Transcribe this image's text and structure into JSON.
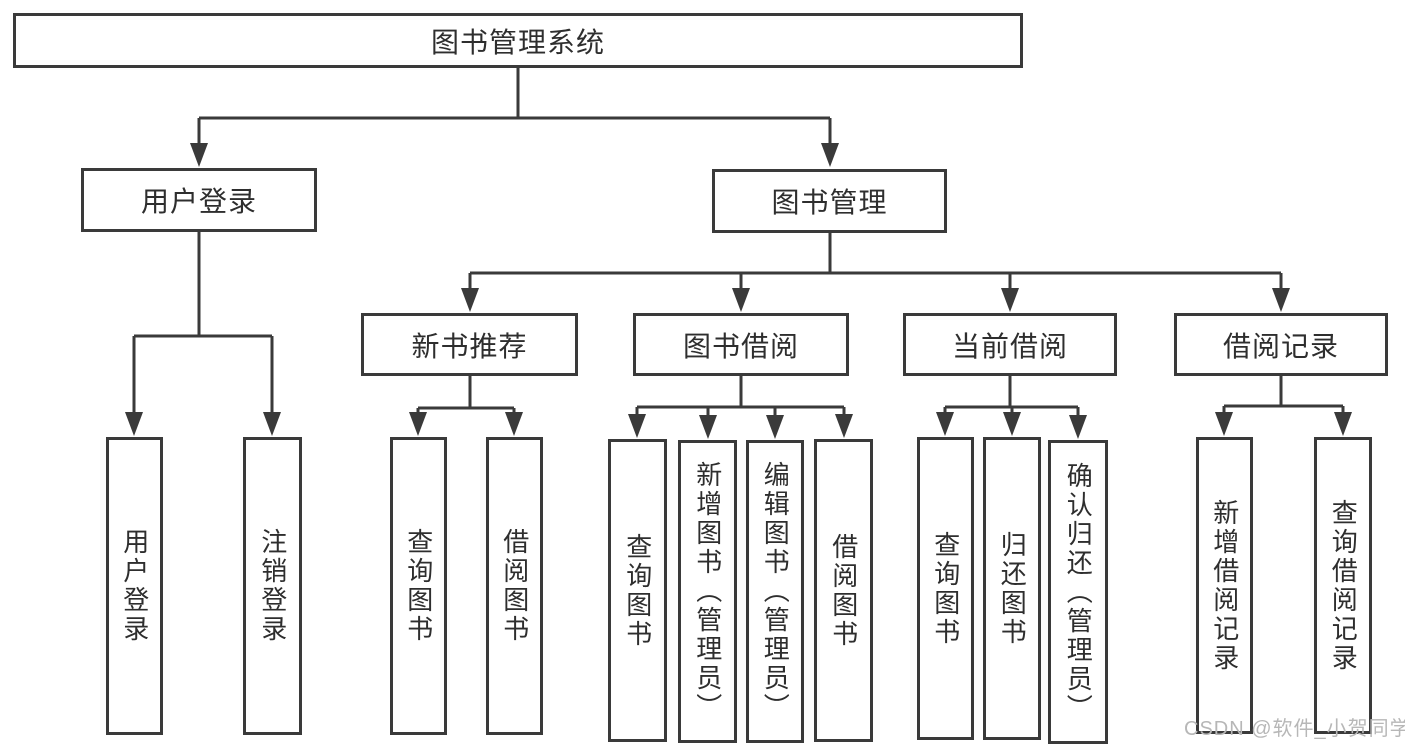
{
  "diagram": {
    "root_label": "图书管理系统",
    "level2": [
      {
        "label": "用户登录"
      },
      {
        "label": "图书管理"
      }
    ],
    "level3": [
      {
        "label": "新书推荐"
      },
      {
        "label": "图书借阅"
      },
      {
        "label": "当前借阅"
      },
      {
        "label": "借阅记录"
      }
    ],
    "leaves": {
      "login": [
        {
          "label": "用户登录"
        },
        {
          "label": "注销登录"
        }
      ],
      "recommend": [
        {
          "label": "查询图书"
        },
        {
          "label": "借阅图书"
        }
      ],
      "borrow": [
        {
          "label": "查询图书"
        },
        {
          "label": "新增图书（管理员）"
        },
        {
          "label": "编辑图书（管理员）"
        },
        {
          "label": "借阅图书"
        }
      ],
      "current": [
        {
          "label": "查询图书"
        },
        {
          "label": "归还图书"
        },
        {
          "label": "确认归还（管理员）"
        }
      ],
      "records": [
        {
          "label": "新增借阅记录"
        },
        {
          "label": "查询借阅记录"
        }
      ]
    },
    "watermark": "CSDN @软件_小贺同学",
    "colors": {
      "line": "#3a3a3a",
      "text": "#2e2e2e",
      "watermark": "#b7b7b7",
      "background": "#ffffff"
    }
  }
}
